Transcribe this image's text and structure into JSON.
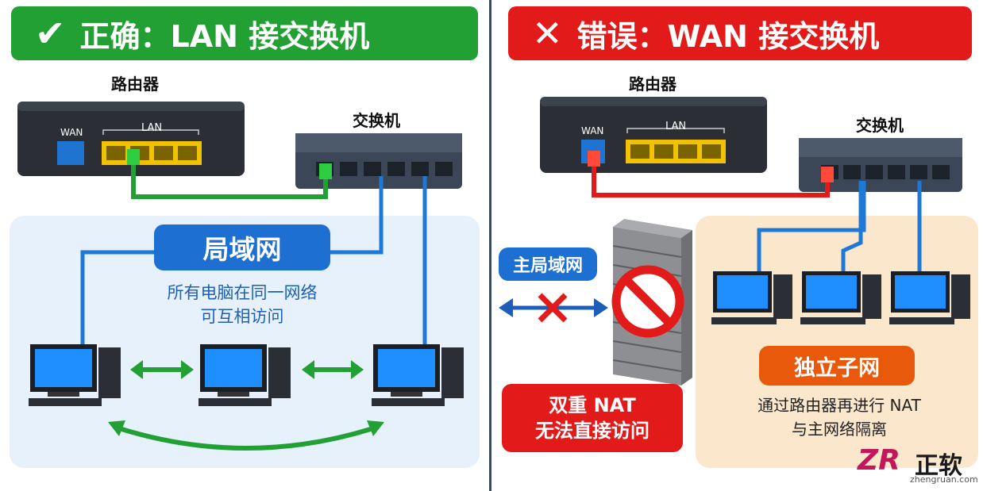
{
  "left": {
    "banner": {
      "mark": "✔",
      "title": "正确：LAN 接交换机",
      "color": "#23a034"
    },
    "router_label": "路由器",
    "switch_label": "交换机",
    "wan_port": "WAN",
    "lan_port": "LAN",
    "lan_pill": "局域网",
    "lan_desc_line1": "所有电脑在同一网络",
    "lan_desc_line2": "可互相访问"
  },
  "right": {
    "banner": {
      "mark": "✕",
      "title": "错误：WAN 接交换机",
      "color": "#e31a1a"
    },
    "router_label": "路由器",
    "switch_label": "交换机",
    "wan_port": "WAN",
    "lan_port": "LAN",
    "main_lan_pill": "主局域网",
    "nat_line1": "双重 NAT",
    "nat_line2": "无法直接访问",
    "subnet_pill": "独立子网",
    "subnet_desc_line1": "通过路由器再进行 NAT",
    "subnet_desc_line2": "与主网络隔离"
  },
  "logo": {
    "mark": "ZR",
    "name": "正软",
    "url": "zhengruan.com"
  },
  "colors": {
    "green": "#23a034",
    "red": "#e31a1a",
    "blue": "#1d78d6",
    "lan_bg": "#e6f1fb",
    "subnet_bg": "#fbe7cc"
  }
}
